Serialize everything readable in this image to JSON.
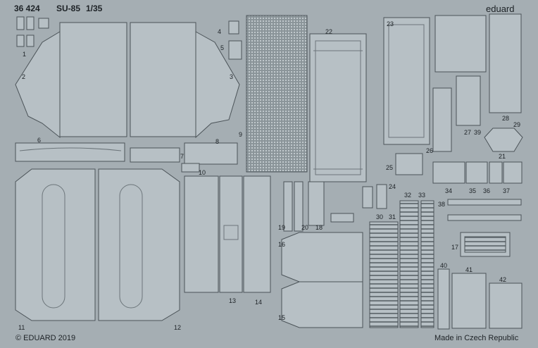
{
  "header": {
    "kit_number": "36 424",
    "subject": "SU-85",
    "scale": "1/35"
  },
  "brand": "eduard",
  "footer": {
    "copyright": "© EDUARD 2019",
    "origin": "Made in Czech Republic"
  },
  "part_numbers": [
    "1",
    "2",
    "3",
    "4",
    "5",
    "6",
    "7",
    "8",
    "9",
    "10",
    "11",
    "12",
    "13",
    "14",
    "15",
    "16",
    "17",
    "18",
    "19",
    "20",
    "21",
    "22",
    "23",
    "24",
    "25",
    "26",
    "27",
    "28",
    "29",
    "30",
    "31",
    "32",
    "33",
    "34",
    "35",
    "36",
    "37",
    "38",
    "39",
    "40",
    "41",
    "42"
  ],
  "colors": {
    "fret": "#a5aeb3",
    "part": "#b7c0c5",
    "outline": "#4b5358",
    "detail": "#6c757a",
    "text": "#1d2226"
  }
}
